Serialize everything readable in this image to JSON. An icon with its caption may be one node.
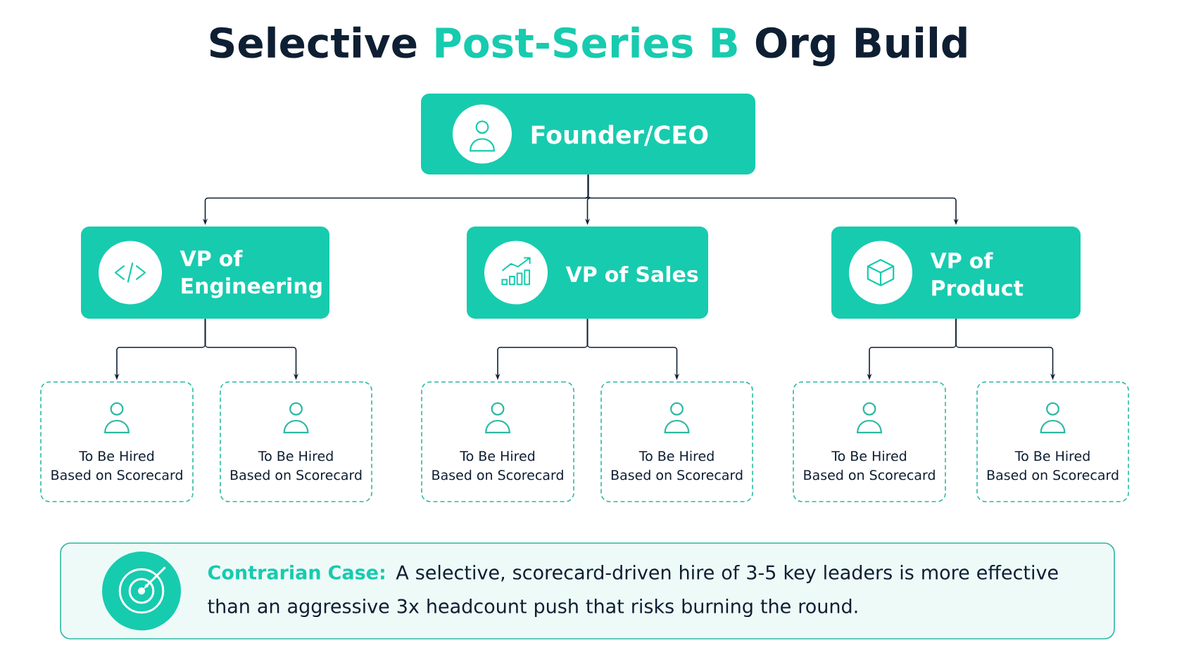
{
  "diagram": {
    "title": "Selective **Post-Series B** Org Build",
    "nodes": [
      {
        "text": [
          "Founder/CEO"
        ]
      },
      {
        "text": [
          "VP of Engineering"
        ]
      },
      {
        "text": [
          "VP of Sales"
        ]
      },
      {
        "text": [
          "VP of Product"
        ]
      },
      {
        "text": [
          "To Be Hired",
          "Based on Scorecard"
        ]
      },
      {
        "text": [
          "To Be Hired",
          "Based on Scorecard"
        ]
      },
      {
        "text": [
          "To Be Hired",
          "Based on Scorecard"
        ]
      },
      {
        "text": [
          "To Be Hired",
          "Based on Scorecard"
        ]
      },
      {
        "text": [
          "To Be Hired",
          "Based on Scorecard"
        ]
      },
      {
        "text": [
          "To Be Hired",
          "Based on Scorecard"
        ]
      },
      {
        "text": [
          "**Contrarian Case:** A selective, scorecard-driven hire of 3-5 key leaders is more effective than an aggressive 3x headcount push that risks burning the round."
        ]
      }
    ],
    "edges": [
      {
        "from": 0,
        "to": 1,
        "arrow": "to"
      },
      {
        "from": 0,
        "to": 2,
        "arrow": "to"
      },
      {
        "from": 0,
        "to": 3,
        "arrow": "to"
      },
      {
        "from": 1,
        "to": 4,
        "arrow": "to"
      },
      {
        "from": 1,
        "to": 5,
        "arrow": "to"
      },
      {
        "from": 2,
        "to": 6,
        "arrow": "to"
      },
      {
        "from": 2,
        "to": 7,
        "arrow": "to"
      },
      {
        "from": 3,
        "to": 8,
        "arrow": "to"
      },
      {
        "from": 3,
        "to": 9,
        "arrow": "to"
      }
    ]
  }
}
